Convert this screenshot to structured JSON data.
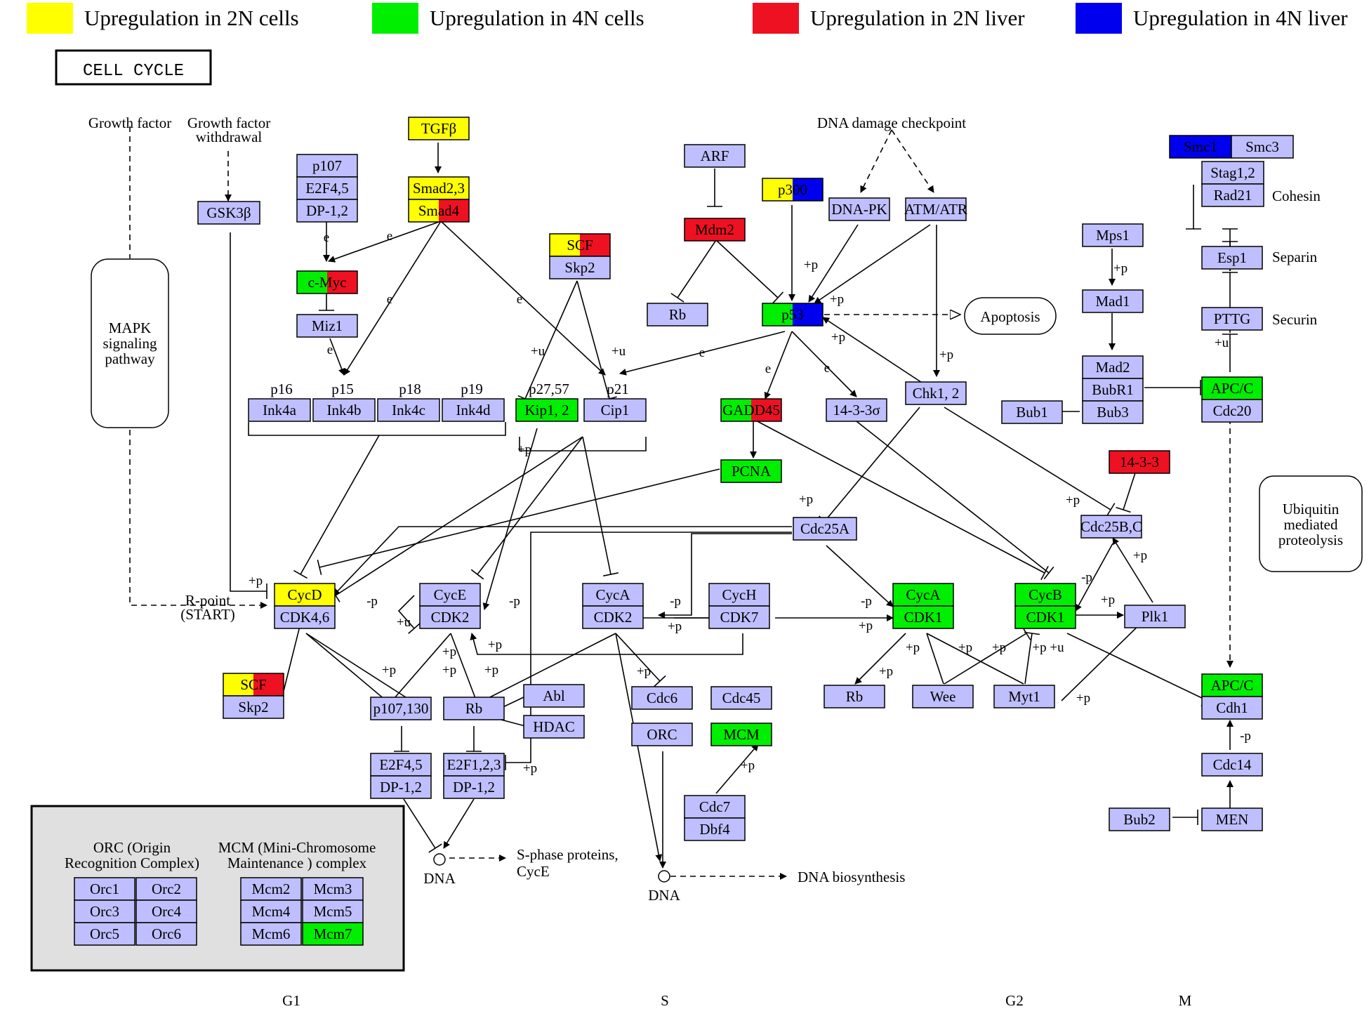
{
  "legend": [
    {
      "label": "Upregulation in 2N cells",
      "color": "#ffff00"
    },
    {
      "label": "Upregulation in 4N cells",
      "color": "#00ee00"
    },
    {
      "label": "Upregulation in 2N liver",
      "color": "#ee1122"
    },
    {
      "label": "Upregulation in 4N liver",
      "color": "#0000ee"
    }
  ],
  "title": "CELL CYCLE",
  "colors": {
    "node": "#bfbfff",
    "border": "#000000",
    "box_bg": "#e0e0e0"
  },
  "nodes": {
    "tgfb": "TGFβ",
    "smad23": "Smad2,3",
    "smad4": "Smad4",
    "p107": "p107",
    "e2f45_top": "E2F4,5",
    "dp12_top": "DP-1,2",
    "gsk3b": "GSK3β",
    "cmyc": "c-Myc",
    "miz1": "Miz1",
    "ink4a": "Ink4a",
    "ink4b": "Ink4b",
    "ink4c": "Ink4c",
    "ink4d": "Ink4d",
    "scf_top": "SCF",
    "skp2_top": "Skp2",
    "kip12": "Kip1, 2",
    "cip1": "Cip1",
    "arf": "ARF",
    "mdm2": "Mdm2",
    "rb_top": "Rb",
    "p300": "p300",
    "p53": "p53",
    "dnapk": "DNA-PK",
    "atmatr": "ATM/ATR",
    "gadd45": "GADD45",
    "pcna": "PCNA",
    "s1433sigma": "14-3-3σ",
    "chk12": "Chk1, 2",
    "smc1": "Smc1",
    "smc3": "Smc3",
    "stag12": "Stag1,2",
    "rad21": "Rad21",
    "mps1": "Mps1",
    "mad1": "Mad1",
    "mad2": "Mad2",
    "bubr1": "BubR1",
    "bub3": "Bub3",
    "bub1": "Bub1",
    "esp1": "Esp1",
    "pttg": "PTTG",
    "apcc_top": "APC/C",
    "cdc20": "Cdc20",
    "s1433": "14-3-3",
    "cdc25bc": "Cdc25B,C",
    "cdc25a": "Cdc25A",
    "cycd": "CycD",
    "cdk46": "CDK4,6",
    "cyce": "CycE",
    "cdk2_e": "CDK2",
    "cyca_s": "CycA",
    "cdk2_a": "CDK2",
    "cych": "CycH",
    "cdk7": "CDK7",
    "cyca_g2": "CycA",
    "cdk1_a": "CDK1",
    "cycb": "CycB",
    "cdk1_b": "CDK1",
    "plk1": "Plk1",
    "scf_bot": "SCF",
    "skp2_bot": "Skp2",
    "p107130": "p107,130",
    "rb_mid": "Rb",
    "abl": "Abl",
    "hdac": "HDAC",
    "e2f45_bot": "E2F4,5",
    "dp12_a": "DP-1,2",
    "e2f123": "E2F1,2,3",
    "dp12_b": "DP-1,2",
    "cdc6": "Cdc6",
    "orc": "ORC",
    "cdc45": "Cdc45",
    "mcm": "MCM",
    "cdc7": "Cdc7",
    "dbf4": "Dbf4",
    "rb_g2": "Rb",
    "wee": "Wee",
    "myt1": "Myt1",
    "apcc_bot": "APC/C",
    "cdh1": "Cdh1",
    "cdc14": "Cdc14",
    "bub2": "Bub2",
    "men": "MEN",
    "orc1": "Orc1",
    "orc2": "Orc2",
    "orc3": "Orc3",
    "orc4": "Orc4",
    "orc5": "Orc5",
    "orc6": "Orc6",
    "mcm2": "Mcm2",
    "mcm3": "Mcm3",
    "mcm4": "Mcm4",
    "mcm5": "Mcm5",
    "mcm6": "Mcm6",
    "mcm7": "Mcm7"
  },
  "labels": {
    "growth_factor": "Growth factor",
    "growth_factor_withdrawal": [
      "Growth factor",
      "withdrawal"
    ],
    "mapk": [
      "MAPK",
      "signaling",
      "pathway"
    ],
    "rpoint": [
      "R-point",
      "(START)"
    ],
    "dna_damage": "DNA damage checkpoint",
    "apoptosis": "Apoptosis",
    "ubiquitin": [
      "Ubiquitin",
      "mediated",
      "proteolysis"
    ],
    "cohesin": "Cohesin",
    "separin": "Separin",
    "securin": "Securin",
    "p16": "p16",
    "p15": "p15",
    "p18": "p18",
    "p19": "p19",
    "p2757": "p27,57",
    "p21": "p21",
    "sphase": [
      "S-phase proteins,",
      "CycE"
    ],
    "dna": "DNA",
    "dna_biosynthesis": "DNA biosynthesis",
    "orc_header": [
      "ORC (Origin",
      "Recognition Complex)"
    ],
    "mcm_header": [
      "MCM (Mini-Chromosome",
      "Maintenance ) complex"
    ],
    "phases": [
      "G1",
      "S",
      "G2",
      "M"
    ]
  },
  "edge_labels": {
    "e": "e",
    "p": "+p",
    "u": "+u",
    "mp": "-p",
    "pu": "+p +u"
  }
}
